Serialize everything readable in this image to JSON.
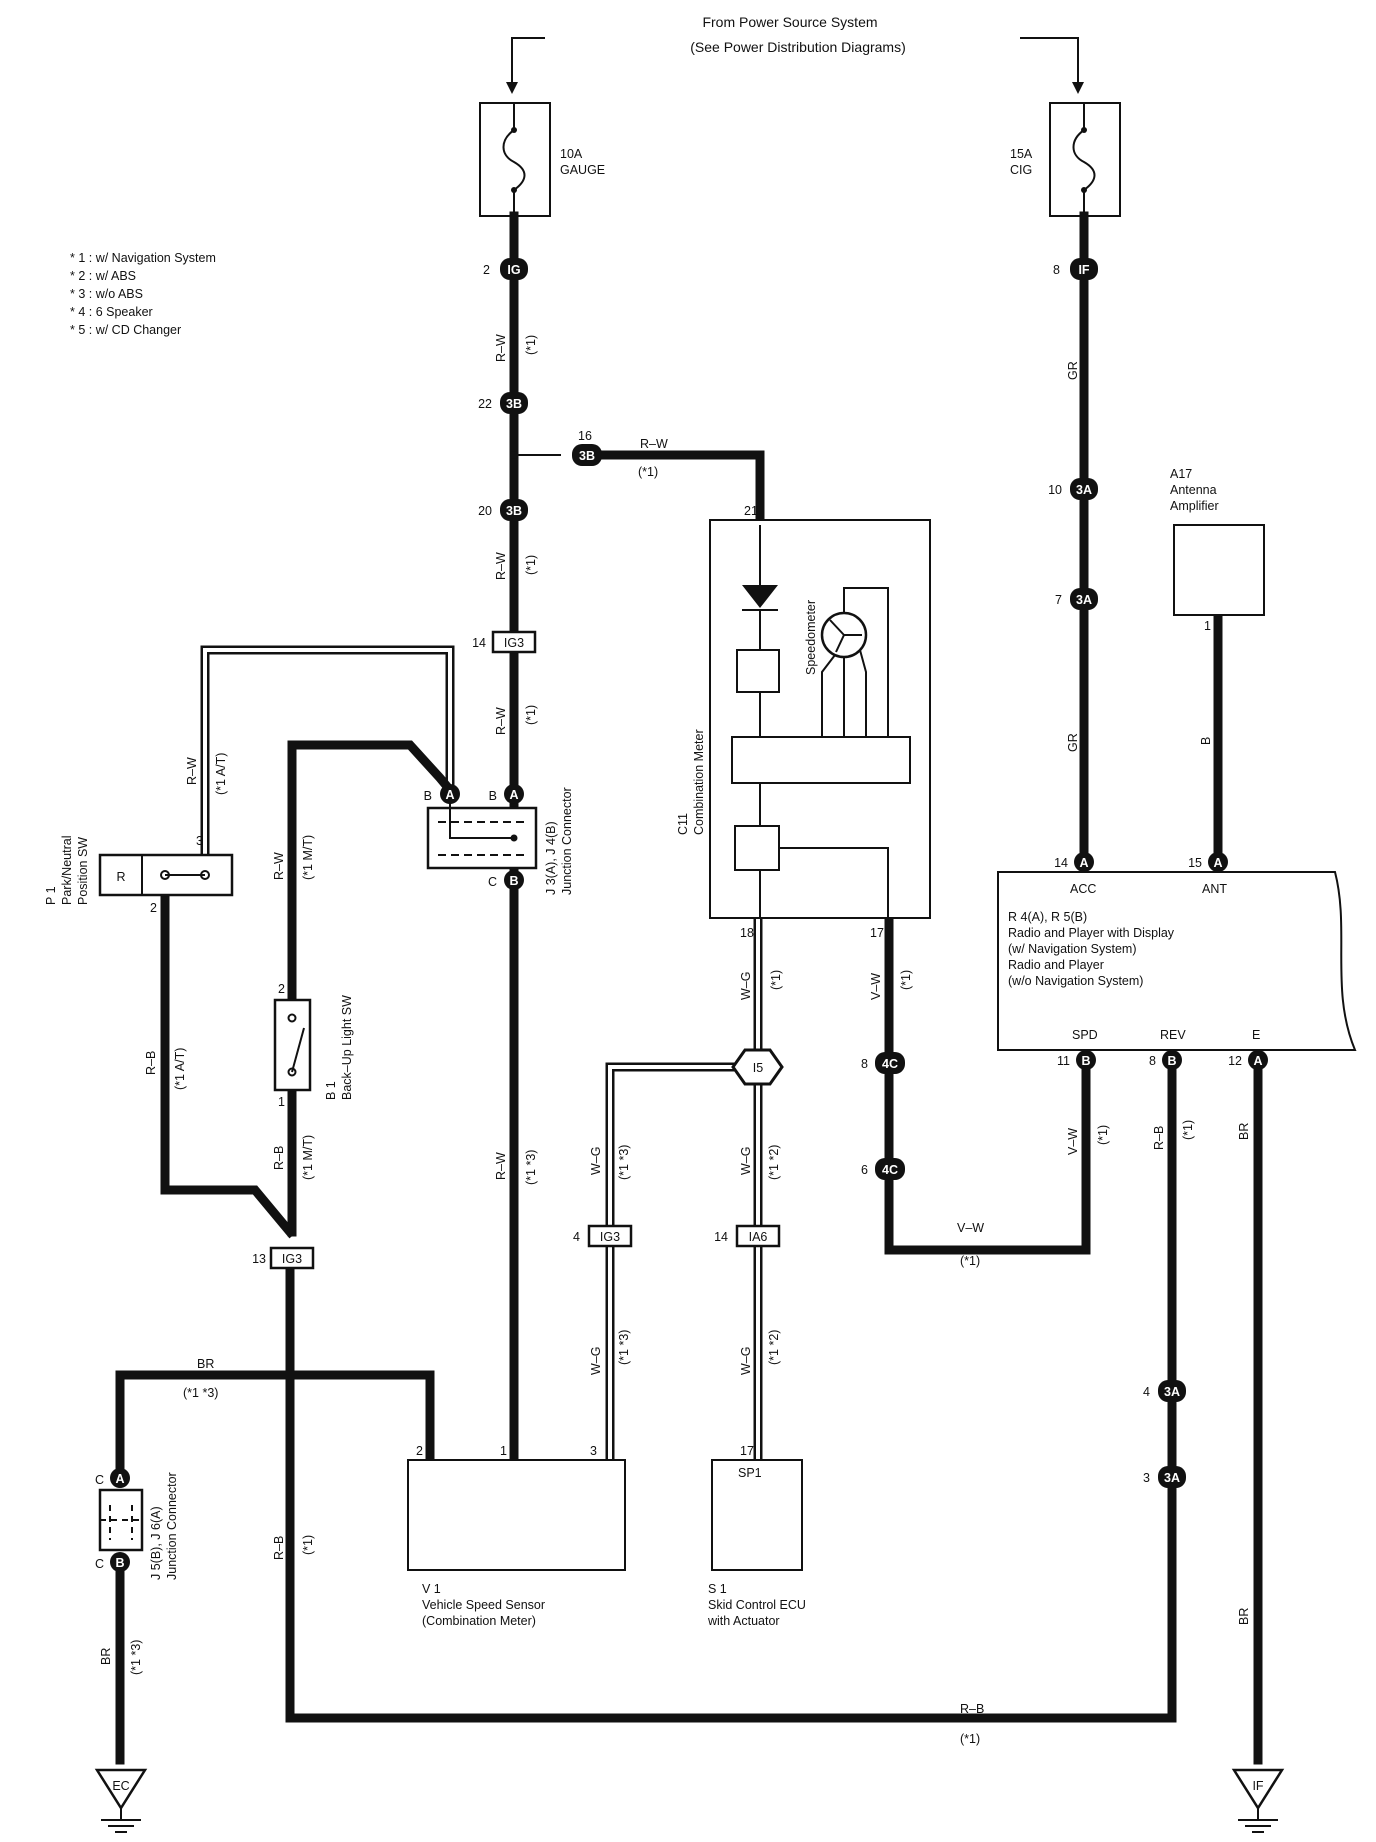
{
  "header": {
    "line1": "From Power Source System",
    "line2": "(See Power Distribution Diagrams)"
  },
  "notes": [
    "* 1 : w/ Navigation System",
    "* 2 : w/ ABS",
    "* 3 : w/o ABS",
    "* 4 : 6 Speaker",
    "* 5 : w/ CD Changer"
  ],
  "fuses": {
    "gauge": {
      "rating": "10A",
      "name": "GAUGE"
    },
    "cig": {
      "rating": "15A",
      "name": "CIG"
    }
  },
  "connectors": {
    "ig_top": {
      "label": "IG",
      "pin": "2"
    },
    "if_top": {
      "label": "IF",
      "pin": "8"
    },
    "b3_22": {
      "label": "3B",
      "pin": "22"
    },
    "b3_16": {
      "label": "3B",
      "pin": "16"
    },
    "b3_20": {
      "label": "3B",
      "pin": "20"
    },
    "a3_10": {
      "label": "3A",
      "pin": "10"
    },
    "a3_7": {
      "label": "3A",
      "pin": "7"
    },
    "ig3_14": {
      "label": "IG3",
      "pin": "14"
    },
    "ig3_13": {
      "label": "IG3",
      "pin": "13"
    },
    "ig3_4": {
      "label": "IG3",
      "pin": "4"
    },
    "ia6_14": {
      "label": "IA6",
      "pin": "14"
    },
    "c4_8": {
      "label": "4C",
      "pin": "8"
    },
    "c4_6": {
      "label": "4C",
      "pin": "6"
    },
    "a3_4": {
      "label": "3A",
      "pin": "4"
    },
    "a3_3": {
      "label": "3A",
      "pin": "3"
    },
    "i15": {
      "label": "I5"
    },
    "ec": {
      "label": "EC"
    },
    "if_ground": {
      "label": "IF"
    }
  },
  "wires": {
    "rw": "R–W",
    "gr": "GR",
    "wg": "W–G",
    "vw": "V–W",
    "rb": "R–B",
    "br": "BR",
    "shield": "B"
  },
  "notes_tags": {
    "n1": "(*1)",
    "n1at": "(*1 A/T)",
    "n1mt": "(*1 M/T)",
    "n13": "(*1 *3)",
    "n12": "(*1 *2)"
  },
  "components": {
    "meter": {
      "id": "C11",
      "name": "Combination Meter",
      "speedo": "Speedometer",
      "pin_in": "21",
      "pin_wg": "18",
      "pin_vw": "17"
    },
    "antenna": {
      "id": "A17",
      "name1": "Antenna",
      "name2": "Amplifier",
      "pin": "1"
    },
    "radio": {
      "id": "R 4(A), R 5(B)",
      "line1": "Radio and Player with Display",
      "line2": "(w/ Navigation System)",
      "line3": "Radio and Player",
      "line4": "(w/o Navigation System)",
      "acc": "ACC",
      "acc_pin": "14",
      "acc_conn": "A",
      "ant": "ANT",
      "ant_pin": "15",
      "ant_conn": "A",
      "spd": "SPD",
      "spd_pin": "11",
      "spd_conn": "B",
      "rev": "REV",
      "rev_pin": "8",
      "rev_conn": "B",
      "e": "E",
      "e_pin": "12",
      "e_conn": "A"
    },
    "pns": {
      "id": "P 1",
      "name1": "Park/Neutral",
      "name2": "Position SW",
      "r": "R",
      "pin3": "3",
      "pin2": "2"
    },
    "backup": {
      "id": "B 1",
      "name": "Back–Up Light SW",
      "pin2": "2",
      "pin1": "1"
    },
    "jc1": {
      "id": "J 3(A), J 4(B)",
      "name": "Junction Connector",
      "b": "B",
      "a": "A",
      "c": "C"
    },
    "jc2": {
      "id": "J 5(B), J 6(A)",
      "name": "Junction Connector",
      "c": "C",
      "a": "A",
      "b": "B"
    },
    "vss": {
      "id": "V 1",
      "name1": "Vehicle Speed Sensor",
      "name2": "(Combination Meter)",
      "pin2": "2",
      "pin1": "1",
      "pin3": "3"
    },
    "skid": {
      "id": "S 1",
      "name1": "Skid Control ECU",
      "name2": "with Actuator",
      "label": "SP1",
      "pin": "17"
    }
  }
}
